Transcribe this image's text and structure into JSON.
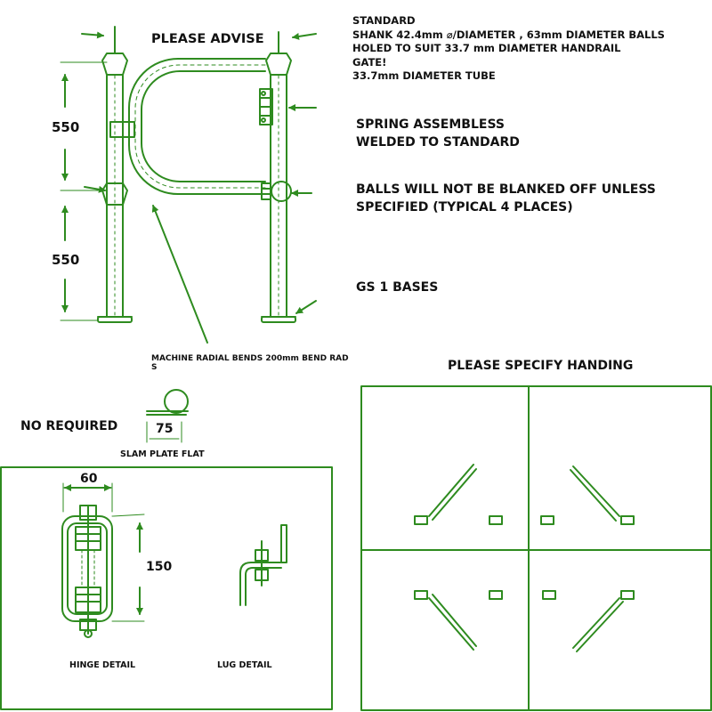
{
  "colors": {
    "line": "#2e8b1f",
    "text": "#111111",
    "frame": "#2e8b1f"
  },
  "header": {
    "please_advise": "PLEASE ADVISE"
  },
  "spec_notes": [
    "STANDARD",
    "SHANK 42.4mm ⌀/DIAMETER , 63mm DIAMETER BALLS",
    "HOLED TO SUIT 33.7 mm DIAMETER HANDRAIL",
    "GATE!",
    "33.7mm DIAMETER TUBE"
  ],
  "notes": {
    "spring": [
      "SPRING ASSEMBLESS",
      "WELDED TO STANDARD"
    ],
    "balls": [
      "BALLS WILL NOT BE BLANKED OFF UNLESS",
      "SPECIFIED (TYPICAL 4 PLACES)"
    ],
    "bases": "GS 1 BASES",
    "bends": [
      "MACHINE RADIAL BENDS 200mm BEND RAD",
      "S"
    ]
  },
  "dimensions": {
    "upper": "550",
    "lower": "550",
    "slam_width": "75",
    "hinge_width": "60",
    "hinge_height": "150"
  },
  "slam_plate": {
    "qty_label": "NO REQUIRED",
    "caption": "SLAM PLATE FLAT"
  },
  "details": {
    "hinge": "HINGE DETAIL",
    "lug": "LUG DETAIL"
  },
  "handing": {
    "title": "PLEASE SPECIFY HANDING"
  },
  "icons": [
    "ball-joint-icon",
    "hinge-icon",
    "lug-icon",
    "base-plate-icon",
    "arrow-icon"
  ]
}
